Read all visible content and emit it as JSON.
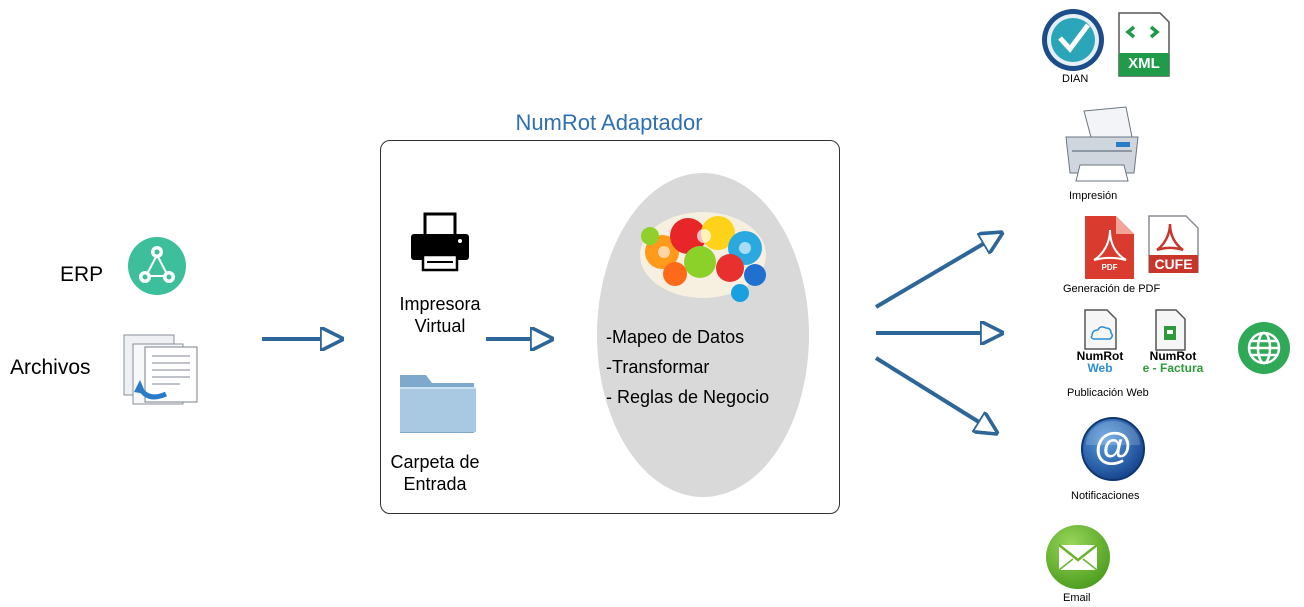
{
  "title": "NumRot Adaptador",
  "sources": {
    "erp_label": "ERP",
    "files_label": "Archivos"
  },
  "inputs": {
    "printer_label_line1": "Impresora",
    "printer_label_line2": "Virtual",
    "folder_label_line1": "Carpeta de",
    "folder_label_line2": "Entrada"
  },
  "process": {
    "items": [
      "-Mapeo de Datos",
      "-Transformar",
      "- Reglas de Negocio"
    ]
  },
  "outputs": {
    "dian_label": "DIAN",
    "xml_label": "XML",
    "print_label": "Impresión",
    "pdf_label": "Generación de PDF",
    "pdf_icon_text": "PDF",
    "cufe_label": "CUFE",
    "web_label": "Publicación Web",
    "numrot_web_brand": "NumRot",
    "numrot_web_sub": "Web",
    "numrot_factura_brand": "NumRot",
    "numrot_factura_sub": "e - Factura",
    "notif_label": "Notificaciones",
    "email_label": "Email"
  },
  "colors": {
    "arrow": "#2d6699",
    "title": "#2e6fb3",
    "erp_green": "#3cbf9a",
    "xml_green": "#1f9b4a",
    "pdf_red": "#c8352b",
    "email_green": "#6ab42f",
    "notif_blue": "#1f5fa8",
    "globe_green": "#2fa857"
  }
}
